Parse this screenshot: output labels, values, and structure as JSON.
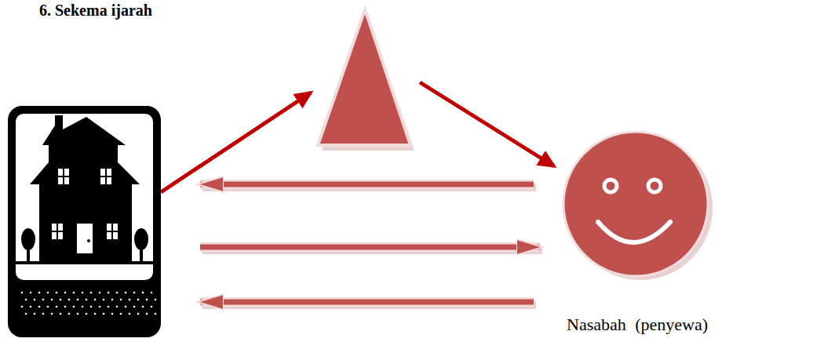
{
  "diagram": {
    "title": "6. Sekema ijarah",
    "nodes": [
      {
        "text": []
      },
      {
        "text": []
      },
      {
        "text": [
          "Nasabah (penyewa)"
        ]
      }
    ],
    "edges": [
      {
        "from": 0,
        "to": 1,
        "arrow": "to"
      },
      {
        "from": 1,
        "to": 2,
        "arrow": "to"
      },
      {
        "from": 2,
        "to": 0,
        "arrow": "to"
      },
      {
        "from": 0,
        "to": 2,
        "arrow": "to"
      },
      {
        "from": 2,
        "to": 0,
        "arrow": "to"
      }
    ]
  }
}
